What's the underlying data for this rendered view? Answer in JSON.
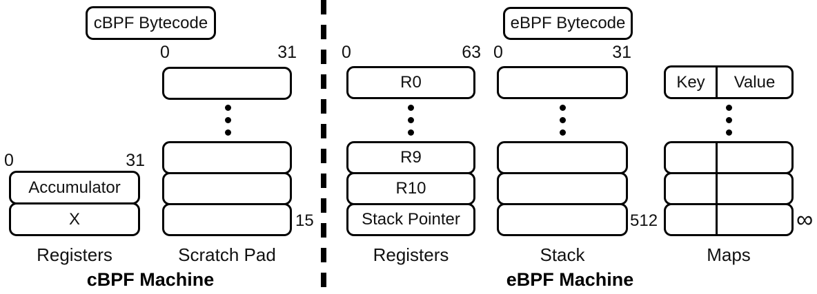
{
  "cbpf": {
    "bytecode": "cBPF Bytecode",
    "machine": "cBPF Machine",
    "registers": {
      "bit_low": "0",
      "bit_high": "31",
      "cells": [
        "Accumulator",
        "X"
      ],
      "caption": "Registers"
    },
    "scratchpad": {
      "bit_low": "0",
      "bit_high": "31",
      "last_index": "15",
      "caption": "Scratch Pad"
    }
  },
  "ebpf": {
    "bytecode": "eBPF Bytecode",
    "machine": "eBPF Machine",
    "registers": {
      "bit_low": "0",
      "bit_high": "63",
      "cells": [
        "R0",
        "R9",
        "R10",
        "Stack Pointer"
      ],
      "caption": "Registers"
    },
    "stack": {
      "bit_low": "0",
      "bit_high": "31",
      "size_label": "512",
      "caption": "Stack"
    },
    "maps": {
      "key_header": "Key",
      "value_header": "Value",
      "size_label": "∞",
      "caption": "Maps"
    }
  },
  "colors": {
    "stroke": "#000000",
    "background": "#ffffff"
  }
}
